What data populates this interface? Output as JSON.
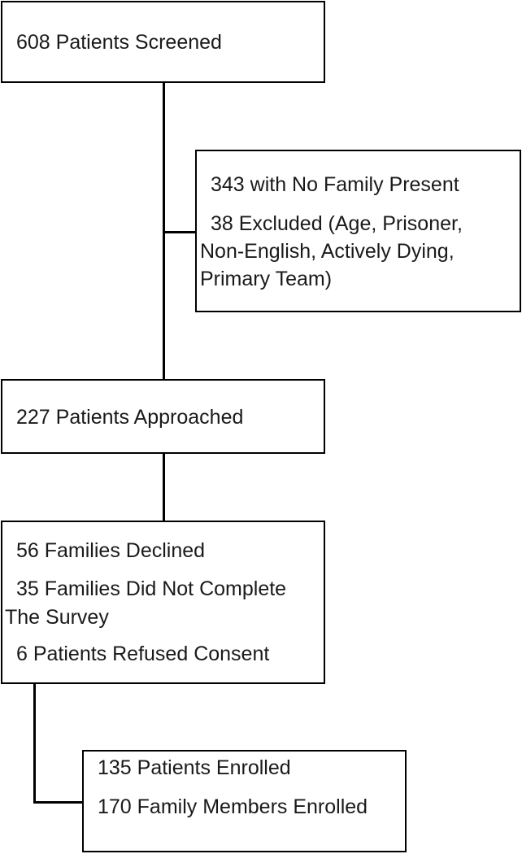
{
  "flowchart": {
    "screened": "608 Patients Screened",
    "exclusions": {
      "no_family": "343 with No Family Present",
      "excluded_line1": "38 Excluded (Age, Prisoner,",
      "excluded_line2": "Non-English, Actively Dying,",
      "excluded_line3": "Primary Team)"
    },
    "approached": "227 Patients Approached",
    "dropouts": {
      "declined": "56 Families Declined",
      "not_complete_line1": "35 Families Did Not Complete",
      "not_complete_line2": "The Survey",
      "refused": "6 Patients Refused Consent"
    },
    "enrolled": {
      "patients": "135 Patients Enrolled",
      "family_members": "170 Family Members Enrolled"
    }
  }
}
